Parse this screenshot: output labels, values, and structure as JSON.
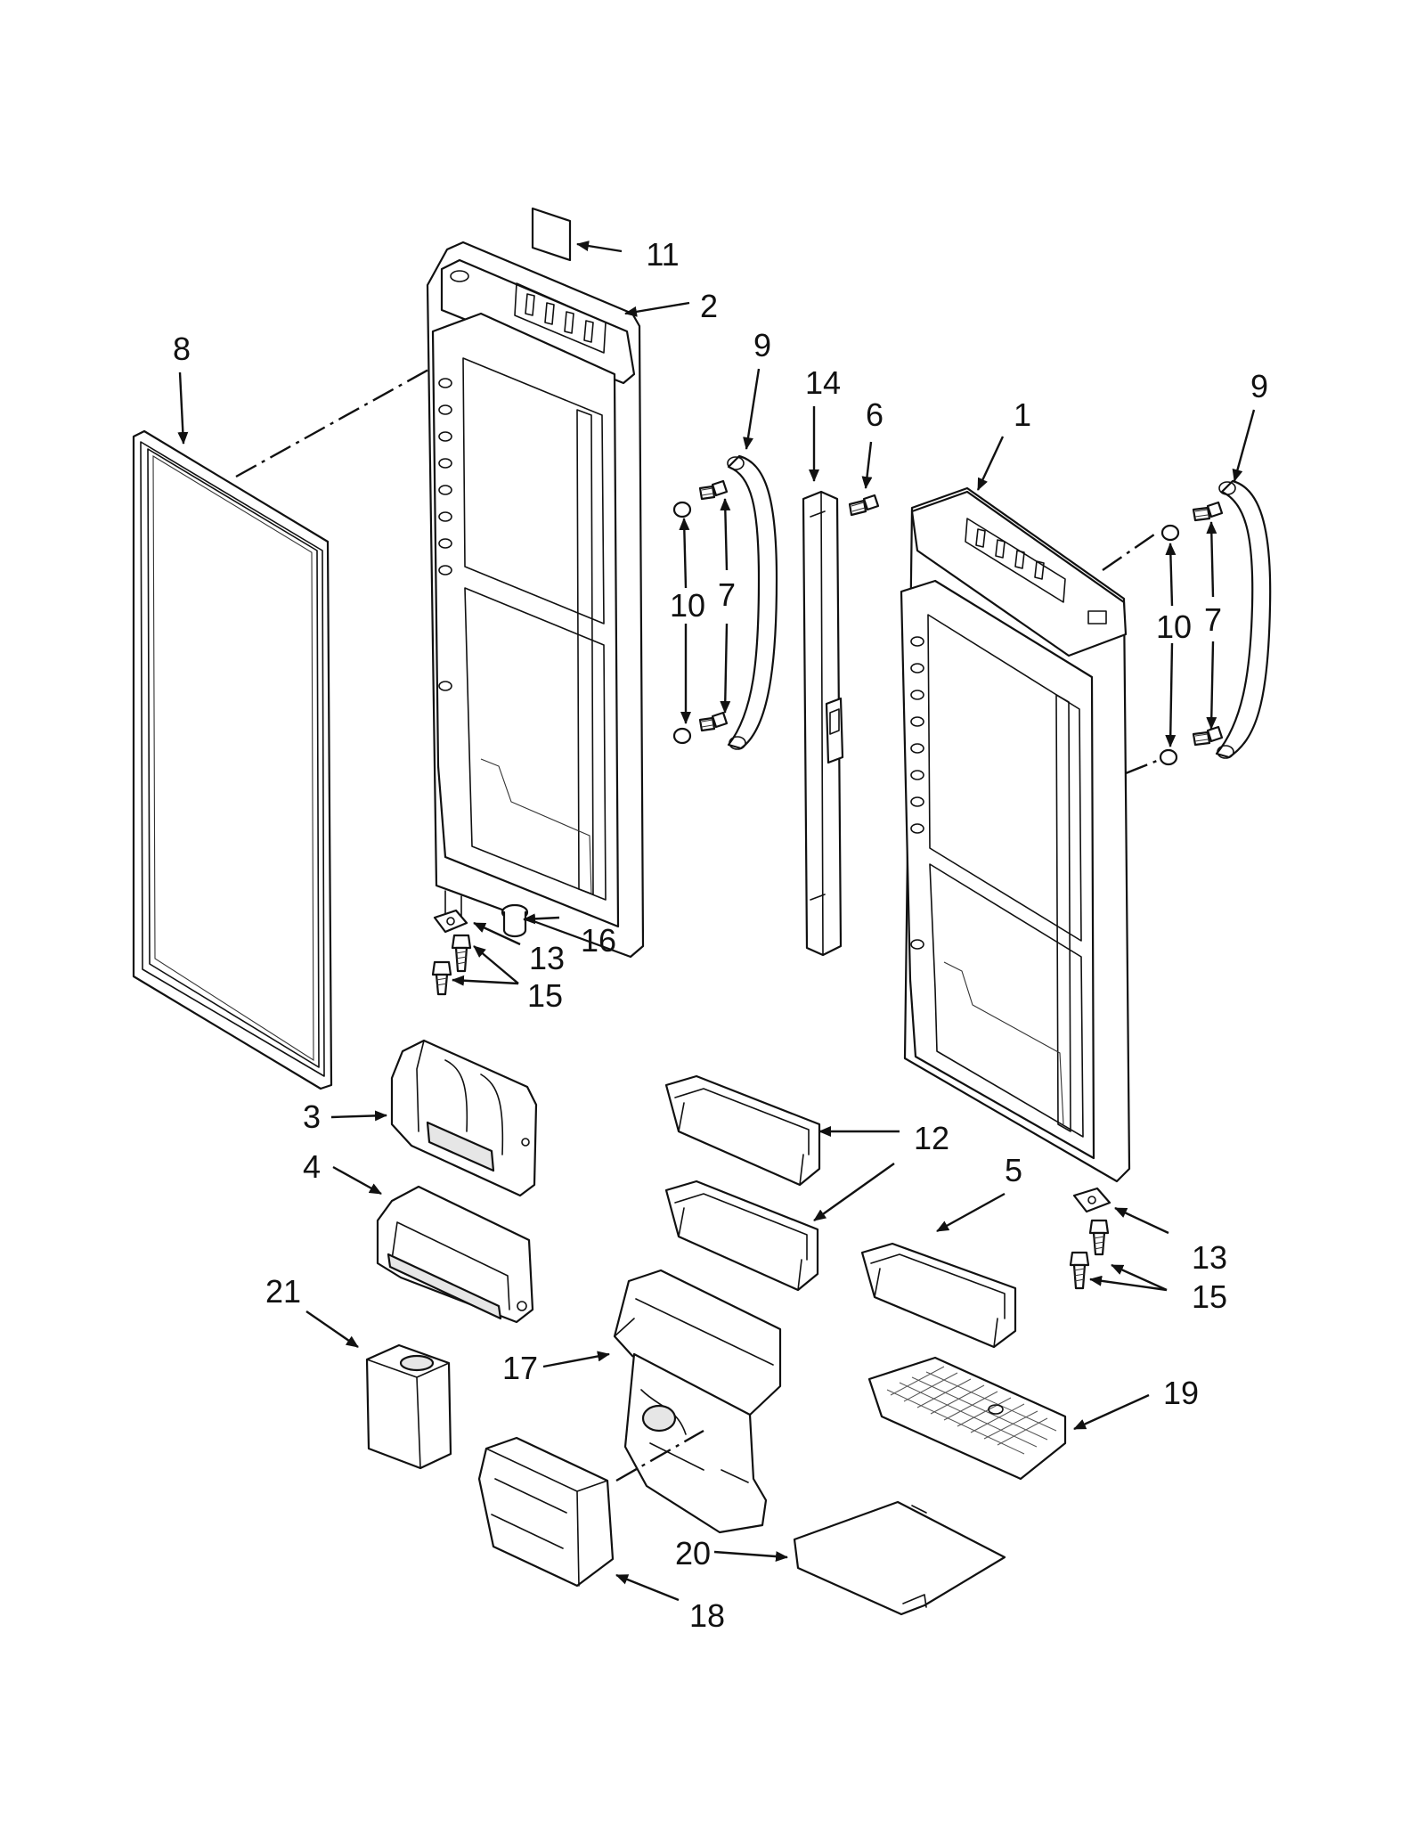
{
  "callouts": [
    {
      "id": "c1",
      "label": "1"
    },
    {
      "id": "c2",
      "label": "2"
    },
    {
      "id": "c3",
      "label": "3"
    },
    {
      "id": "c4",
      "label": "4"
    },
    {
      "id": "c5",
      "label": "5"
    },
    {
      "id": "c6",
      "label": "6"
    },
    {
      "id": "c7a",
      "label": "7"
    },
    {
      "id": "c7b",
      "label": "7"
    },
    {
      "id": "c8",
      "label": "8"
    },
    {
      "id": "c9a",
      "label": "9"
    },
    {
      "id": "c9b",
      "label": "9"
    },
    {
      "id": "c10a",
      "label": "10"
    },
    {
      "id": "c10b",
      "label": "10"
    },
    {
      "id": "c11",
      "label": "11"
    },
    {
      "id": "c12",
      "label": "12"
    },
    {
      "id": "c13a",
      "label": "13"
    },
    {
      "id": "c13b",
      "label": "13"
    },
    {
      "id": "c14",
      "label": "14"
    },
    {
      "id": "c15a",
      "label": "15"
    },
    {
      "id": "c15b",
      "label": "15"
    },
    {
      "id": "c16",
      "label": "16"
    },
    {
      "id": "c17",
      "label": "17"
    },
    {
      "id": "c18",
      "label": "18"
    },
    {
      "id": "c19",
      "label": "19"
    },
    {
      "id": "c20",
      "label": "20"
    },
    {
      "id": "c21",
      "label": "21"
    }
  ],
  "colors": {
    "line": "#111111",
    "background": "#ffffff"
  }
}
